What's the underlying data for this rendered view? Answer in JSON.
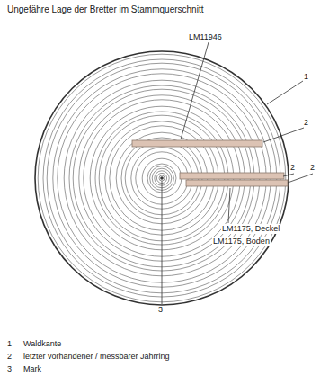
{
  "diagram": {
    "title": "Ungefähre Lage der Bretter im Stammquerschnitt",
    "labels": [
      "LM11946",
      "1",
      "2",
      "2",
      "2",
      "LM1175, Deckel",
      "LM1175, Boden",
      "3",
      "1",
      "Waldkante",
      "2",
      "letzter vorhandener / messbarer Jahrring",
      "3",
      "Mark"
    ]
  }
}
